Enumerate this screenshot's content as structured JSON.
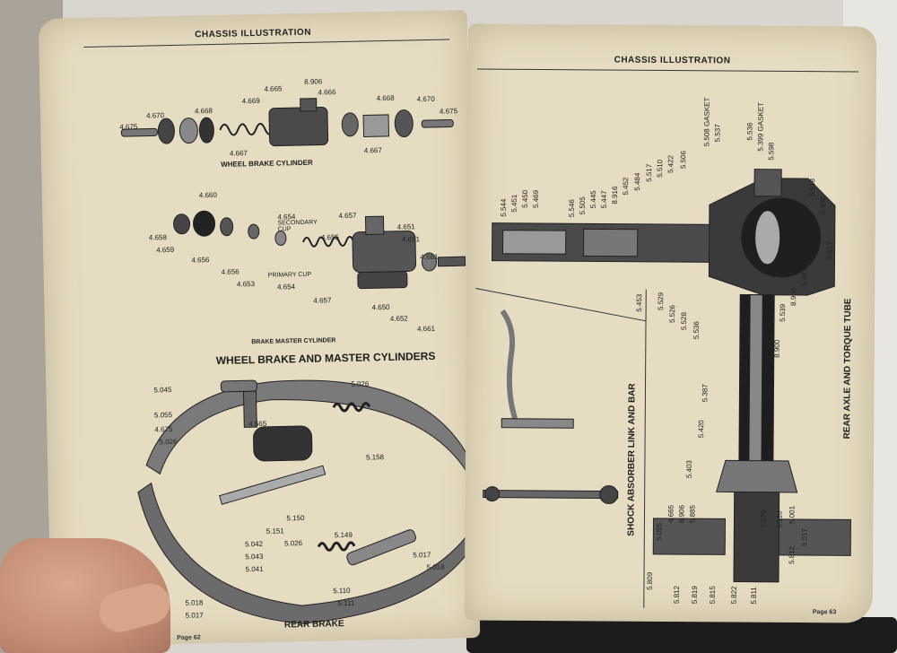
{
  "left_page": {
    "header": "CHASSIS ILLUSTRATION",
    "captions": {
      "wheel_brake_cylinder": "WHEEL BRAKE CYLINDER",
      "brake_master_cylinder": "BRAKE MASTER CYLINDER",
      "section_title": "WHEEL BRAKE AND MASTER CYLINDERS",
      "rear_brake": "REAR BRAKE"
    },
    "labels": {
      "secondary_cup": "SECONDARY CUP",
      "primary_cup": "PRIMARY CUP"
    },
    "parts": [
      "8.906",
      "4.666",
      "4.665",
      "4.669",
      "4.670",
      "4.668",
      "4.675",
      "4.667",
      "4.668",
      "4.670",
      "4.675",
      "4.667",
      "4.660",
      "4.658",
      "4.659",
      "4.656",
      "4.656",
      "4.653",
      "4.654",
      "4.655",
      "4.657",
      "4.651",
      "4.651",
      "4.654",
      "4.657",
      "4.650",
      "4.652",
      "4.661",
      "4.661",
      "5.045",
      "5.026",
      "5.055",
      "4.675",
      "5.026",
      "4.665",
      "5.158",
      "5.150",
      "5.151",
      "5.042",
      "5.043",
      "5.041",
      "5.026",
      "5.149",
      "5.110",
      "5.111",
      "5.017",
      "5.018",
      "5.018",
      "5.017"
    ],
    "page_number": "Page 62"
  },
  "right_page": {
    "header": "CHASSIS ILLUSTRATION",
    "captions": {
      "shock_absorber": "SHOCK ABSORBER LINK AND BAR",
      "rear_axle": "REAR AXLE AND TORQUE TUBE"
    },
    "labels": {
      "gasket_1": "5.508 GASKET",
      "gasket_2": "5.399 GASKET"
    },
    "parts": [
      "5.544",
      "5.451",
      "5.450",
      "5.469",
      "5.546",
      "5.505",
      "5.445",
      "5.447",
      "8.916",
      "5.452",
      "5.484",
      "5.517",
      "5.510",
      "5.422",
      "5.506",
      "5.537",
      "5.536",
      "5.598",
      "5.518",
      "5.400",
      "5.517",
      "5.401",
      "8.900",
      "5.539",
      "5.453",
      "5.529",
      "5.526",
      "5.528",
      "5.536",
      "5.537",
      "8.900",
      "5.387",
      "5.420",
      "5.403",
      "5.055",
      "4.665",
      "8.906",
      "5.885",
      "5.809",
      "5.812",
      "5.819",
      "5.815",
      "5.822",
      "5.811",
      "5.026",
      "5.110",
      "5.001",
      "5.017",
      "5.812"
    ],
    "page_number": "Page 63"
  }
}
